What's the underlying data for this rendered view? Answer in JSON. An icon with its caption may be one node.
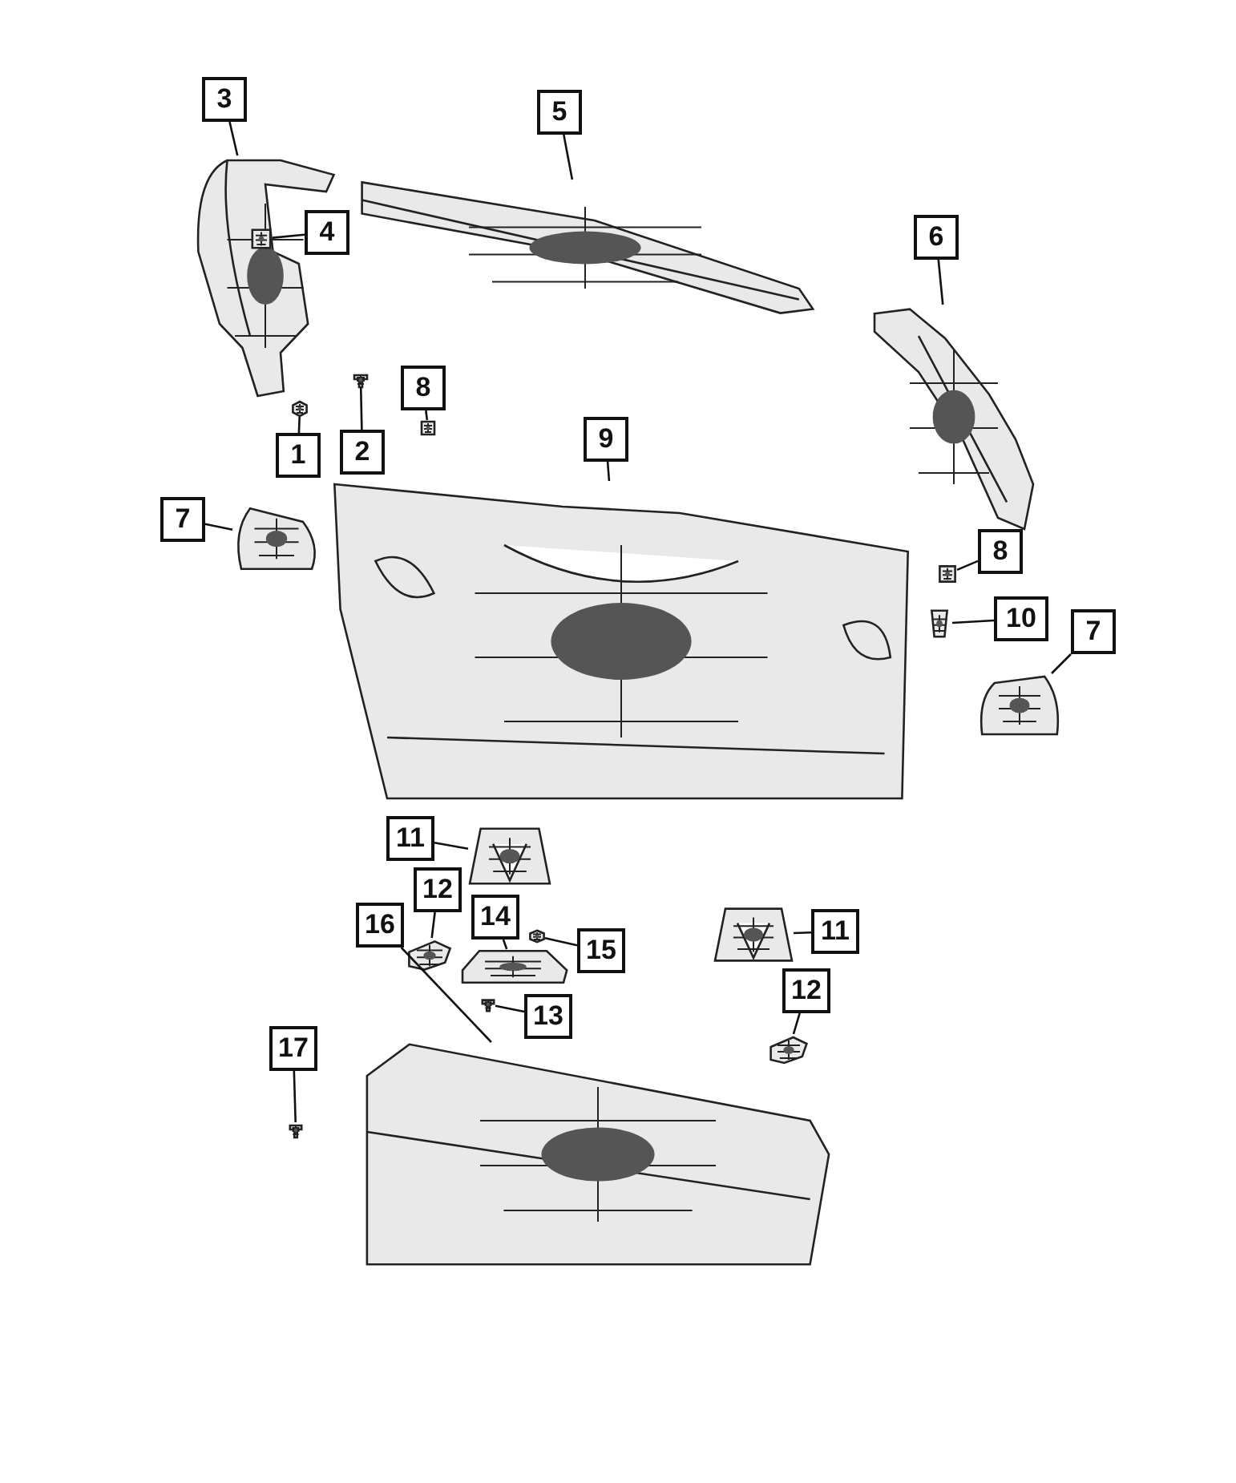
{
  "diagram": {
    "nodes": [
      {
        "text": [
          "3"
        ]
      },
      {
        "text": [
          "5"
        ]
      },
      {
        "text": [
          "4"
        ]
      },
      {
        "text": [
          "6"
        ]
      },
      {
        "text": [
          "8"
        ]
      },
      {
        "text": [
          "1"
        ]
      },
      {
        "text": [
          "2"
        ]
      },
      {
        "text": [
          "9"
        ]
      },
      {
        "text": [
          "7"
        ]
      },
      {
        "text": [
          "8"
        ]
      },
      {
        "text": [
          "10"
        ]
      },
      {
        "text": [
          "7"
        ]
      },
      {
        "text": [
          "11"
        ]
      },
      {
        "text": [
          "12"
        ]
      },
      {
        "text": [
          "14"
        ]
      },
      {
        "text": [
          "16"
        ]
      },
      {
        "text": [
          "15"
        ]
      },
      {
        "text": [
          "11"
        ]
      },
      {
        "text": [
          "13"
        ]
      },
      {
        "text": [
          "12"
        ]
      },
      {
        "text": [
          "17"
        ]
      },
      {
        "text": [],
        "shape": "picture"
      },
      {
        "text": [],
        "shape": "picture"
      },
      {
        "text": [],
        "shape": "picture",
        "in": 21
      },
      {
        "text": [],
        "shape": "picture"
      },
      {
        "text": [],
        "shape": "picture"
      },
      {
        "text": [],
        "shape": "picture"
      },
      {
        "text": [],
        "shape": "picture"
      },
      {
        "text": [],
        "shape": "picture"
      },
      {
        "text": [],
        "shape": "picture"
      },
      {
        "text": [],
        "shape": "picture"
      },
      {
        "text": [],
        "shape": "picture"
      },
      {
        "text": [],
        "shape": "picture"
      },
      {
        "text": [],
        "shape": "picture"
      },
      {
        "text": [],
        "shape": "picture"
      },
      {
        "text": [],
        "shape": "picture"
      },
      {
        "text": [],
        "shape": "picture"
      },
      {
        "text": [],
        "shape": "picture"
      },
      {
        "text": [],
        "shape": "picture"
      },
      {
        "text": [],
        "shape": "picture"
      },
      {
        "text": [],
        "shape": "picture"
      },
      {
        "text": [],
        "shape": "picture"
      }
    ],
    "edges": [
      {
        "from": 0,
        "to": 21,
        "arrow": "none"
      },
      {
        "from": 1,
        "to": 22,
        "arrow": "none"
      },
      {
        "from": 2,
        "to": 23,
        "arrow": "none"
      },
      {
        "from": 3,
        "to": 24,
        "arrow": "none"
      },
      {
        "from": 4,
        "to": 25,
        "arrow": "none"
      },
      {
        "from": 5,
        "to": 26,
        "arrow": "none"
      },
      {
        "from": 6,
        "to": 27,
        "arrow": "none"
      },
      {
        "from": 7,
        "to": 28,
        "arrow": "none"
      },
      {
        "from": 8,
        "to": 29,
        "arrow": "none"
      },
      {
        "from": 9,
        "to": 30,
        "arrow": "none"
      },
      {
        "from": 10,
        "to": 31,
        "arrow": "none"
      },
      {
        "from": 11,
        "to": 32,
        "arrow": "none"
      },
      {
        "from": 12,
        "to": 33,
        "arrow": "none"
      },
      {
        "from": 13,
        "to": 34,
        "arrow": "none"
      },
      {
        "from": 14,
        "to": 35,
        "arrow": "none"
      },
      {
        "from": 15,
        "to": 36,
        "arrow": "none"
      },
      {
        "from": 16,
        "to": 37,
        "arrow": "none"
      },
      {
        "from": 17,
        "to": 38,
        "arrow": "none"
      },
      {
        "from": 18,
        "to": 39,
        "arrow": "none"
      },
      {
        "from": 19,
        "to": 40,
        "arrow": "none"
      },
      {
        "from": 20,
        "to": 41,
        "arrow": "none"
      }
    ]
  }
}
